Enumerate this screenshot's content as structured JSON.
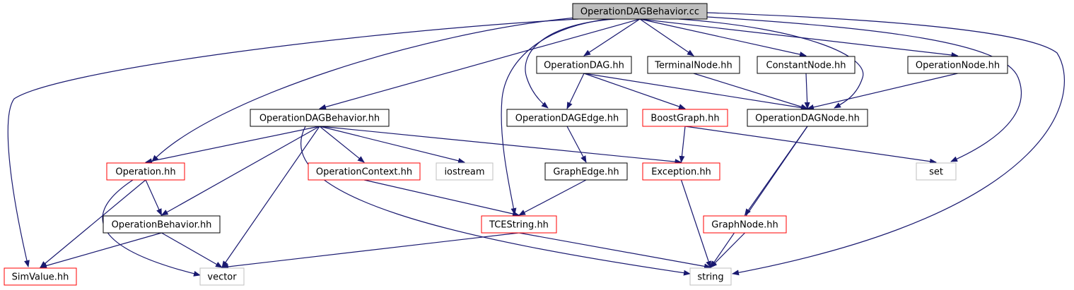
{
  "colors": {
    "edge": "#191970",
    "border_black": "#000000",
    "border_red": "#ff0000",
    "border_gray": "#bfbfbf",
    "root_fill": "#bfbfbf",
    "node_fill": "#ffffff",
    "text": "#000000"
  },
  "nodes": {
    "root": {
      "label": "OperationDAGBehavior.cc",
      "style": "root"
    },
    "dag": {
      "label": "OperationDAG.hh",
      "style": "black"
    },
    "terminal": {
      "label": "TerminalNode.hh",
      "style": "black"
    },
    "constant": {
      "label": "ConstantNode.hh",
      "style": "black"
    },
    "opnode": {
      "label": "OperationNode.hh",
      "style": "black"
    },
    "dagbeh": {
      "label": "OperationDAGBehavior.hh",
      "style": "black"
    },
    "dagedge": {
      "label": "OperationDAGEdge.hh",
      "style": "black"
    },
    "boost": {
      "label": "BoostGraph.hh",
      "style": "red"
    },
    "dagnode": {
      "label": "OperationDAGNode.hh",
      "style": "black"
    },
    "operation": {
      "label": "Operation.hh",
      "style": "red"
    },
    "opctx": {
      "label": "OperationContext.hh",
      "style": "red"
    },
    "iostream": {
      "label": "iostream",
      "style": "gray"
    },
    "graphedge": {
      "label": "GraphEdge.hh",
      "style": "black"
    },
    "exception": {
      "label": "Exception.hh",
      "style": "red"
    },
    "set": {
      "label": "set",
      "style": "gray"
    },
    "opbeh": {
      "label": "OperationBehavior.hh",
      "style": "black"
    },
    "tcestring": {
      "label": "TCEString.hh",
      "style": "red"
    },
    "graphnode": {
      "label": "GraphNode.hh",
      "style": "red"
    },
    "simvalue": {
      "label": "SimValue.hh",
      "style": "red"
    },
    "vector": {
      "label": "vector",
      "style": "gray"
    },
    "string": {
      "label": "string",
      "style": "gray"
    }
  },
  "edges": [
    [
      "root",
      "dag"
    ],
    [
      "root",
      "terminal"
    ],
    [
      "root",
      "constant"
    ],
    [
      "root",
      "opnode"
    ],
    [
      "root",
      "dagbeh"
    ],
    [
      "root",
      "dagedge"
    ],
    [
      "root",
      "dagnode"
    ],
    [
      "root",
      "operation"
    ],
    [
      "root",
      "tcestring"
    ],
    [
      "root",
      "set"
    ],
    [
      "root",
      "simvalue"
    ],
    [
      "root",
      "string"
    ],
    [
      "dag",
      "dagedge"
    ],
    [
      "dag",
      "boost"
    ],
    [
      "dag",
      "dagnode"
    ],
    [
      "terminal",
      "dagnode"
    ],
    [
      "constant",
      "dagnode"
    ],
    [
      "opnode",
      "dagnode"
    ],
    [
      "dagbeh",
      "operation"
    ],
    [
      "dagbeh",
      "opctx"
    ],
    [
      "dagbeh",
      "iostream"
    ],
    [
      "dagbeh",
      "exception"
    ],
    [
      "dagbeh",
      "opbeh"
    ],
    [
      "dagbeh",
      "vector"
    ],
    [
      "dagbeh",
      "string"
    ],
    [
      "dagedge",
      "graphedge"
    ],
    [
      "boost",
      "exception"
    ],
    [
      "boost",
      "set"
    ],
    [
      "dagnode",
      "graphnode"
    ],
    [
      "dagnode",
      "string"
    ],
    [
      "operation",
      "opbeh"
    ],
    [
      "operation",
      "simvalue"
    ],
    [
      "operation",
      "vector"
    ],
    [
      "opctx",
      "tcestring"
    ],
    [
      "graphedge",
      "tcestring"
    ],
    [
      "exception",
      "string"
    ],
    [
      "opbeh",
      "simvalue"
    ],
    [
      "opbeh",
      "vector"
    ],
    [
      "tcestring",
      "vector"
    ],
    [
      "tcestring",
      "string"
    ],
    [
      "graphnode",
      "string"
    ]
  ]
}
